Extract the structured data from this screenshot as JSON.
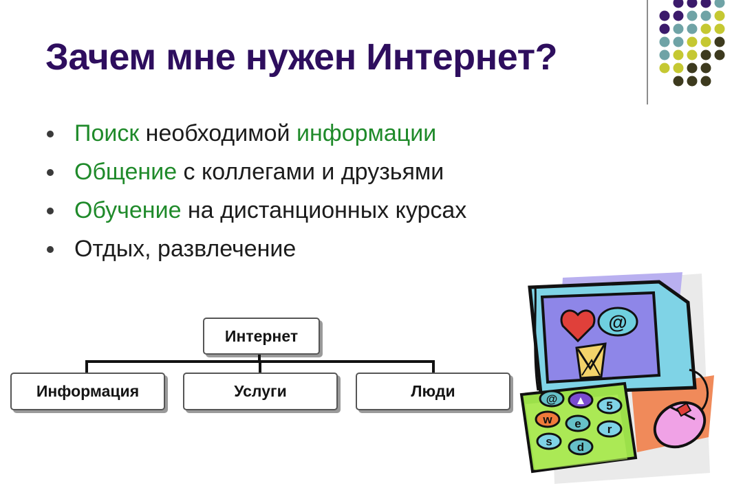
{
  "slide": {
    "title": "Зачем мне нужен Интернет?"
  },
  "bullets": [
    {
      "parts": [
        {
          "text": "Поиск",
          "accent": true
        },
        {
          "text": " необходимой ",
          "accent": false
        },
        {
          "text": "информации",
          "accent": true
        }
      ]
    },
    {
      "parts": [
        {
          "text": "Общение",
          "accent": true
        },
        {
          "text": " с коллегами и друзьями",
          "accent": false
        }
      ]
    },
    {
      "parts": [
        {
          "text": "Обучение",
          "accent": true
        },
        {
          "text": " на дистанционных курсах",
          "accent": false
        }
      ]
    },
    {
      "parts": [
        {
          "text": "Отдых, развлечение",
          "accent": false
        }
      ]
    }
  ],
  "diagram": {
    "root": "Интернет",
    "children": [
      "Информация",
      "Услуги",
      "Люди"
    ]
  },
  "clipart": {
    "keys": [
      "@",
      "▲",
      "5",
      "w",
      "e",
      "r",
      "s",
      "d"
    ],
    "screen_symbol": "@"
  },
  "colors": {
    "title": "#2e0e5e",
    "accent_text": "#1f8a2a",
    "body_text": "#1c1c1c",
    "dot_purple": "#3b1a6b",
    "dot_teal": "#6fa3a6",
    "dot_olive": "#c5c832",
    "dot_dark": "#3d3a1e"
  },
  "icons": {
    "bullet": "bullet-dot",
    "decoration": "dot-grid",
    "clipart": "computer-clipart"
  }
}
